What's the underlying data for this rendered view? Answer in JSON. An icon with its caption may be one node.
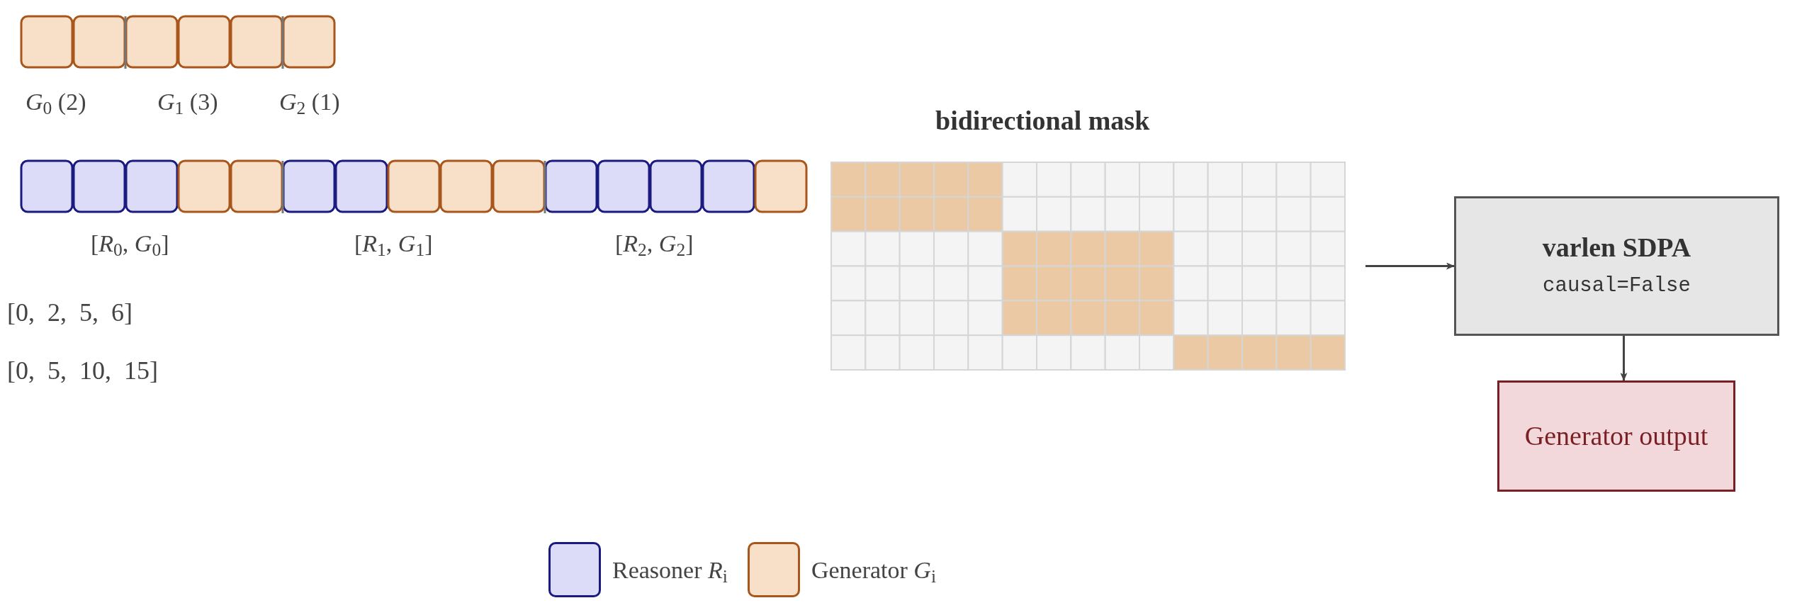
{
  "diagram": {
    "nodes": [
      {
        "text": [
          "varlen SDPA",
          "causal=False"
        ]
      },
      {
        "text": [
          "Generator output"
        ]
      }
    ],
    "edges": [
      {
        "from": null,
        "to": 0,
        "arrow": "to"
      },
      {
        "from": 0,
        "to": 1,
        "arrow": "to"
      }
    ],
    "labels": [
      "*G*$_{0}$ (2)",
      "*G*$_{1}$ (3)",
      "*G*$_{2}$ (1)",
      "bidirectional mask",
      "[*R*$_{0}$, *G*$_{0}$]",
      "[*R*$_{1}$, *G*$_{1}$]",
      "[*R*$_{2}$, *G*$_{2}$]",
      "[0,  2,  5,  6]",
      "[0,  5,  10,  15]"
    ],
    "legend": [
      {
        "text": "Reasoner *R*$_{i}$",
        "color": "#dcdcf8"
      },
      {
        "text": "Generator *G*$_{i}$",
        "color": "#f8dfc8"
      }
    ]
  }
}
